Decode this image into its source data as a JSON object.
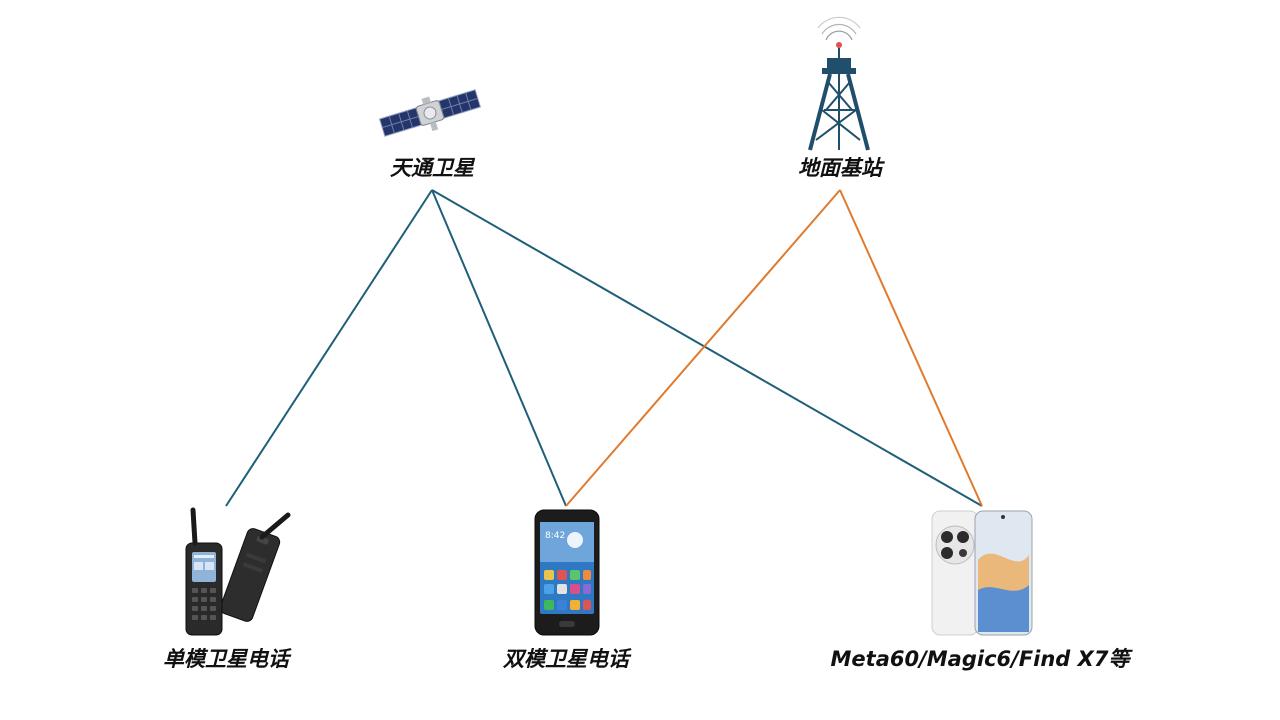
{
  "nodes": {
    "satellite": {
      "label": "天通卫星",
      "icon": "satellite-icon"
    },
    "base_station": {
      "label": "地面基站",
      "icon": "cell-tower-icon"
    },
    "single_mode_phone": {
      "label": "单模卫星电话",
      "icon": "satellite-phone-icon"
    },
    "dual_mode_phone": {
      "label": "双模卫星电话",
      "icon": "dual-mode-phone-icon"
    },
    "smartphones": {
      "label": "Meta60/Magic6/Find X7等",
      "icon": "smartphone-icon"
    }
  },
  "links": [
    {
      "from": "satellite",
      "to": "single_mode_phone",
      "color": "#1f5f7a"
    },
    {
      "from": "satellite",
      "to": "dual_mode_phone",
      "color": "#1f5f7a"
    },
    {
      "from": "satellite",
      "to": "smartphones",
      "color": "#1f5f7a"
    },
    {
      "from": "base_station",
      "to": "dual_mode_phone",
      "color": "#e07a2e"
    },
    {
      "from": "base_station",
      "to": "smartphones",
      "color": "#e07a2e"
    }
  ],
  "colors": {
    "satellite_link": "#1f5f7a",
    "terrestrial_link": "#e07a2e",
    "label_text": "#111111"
  }
}
